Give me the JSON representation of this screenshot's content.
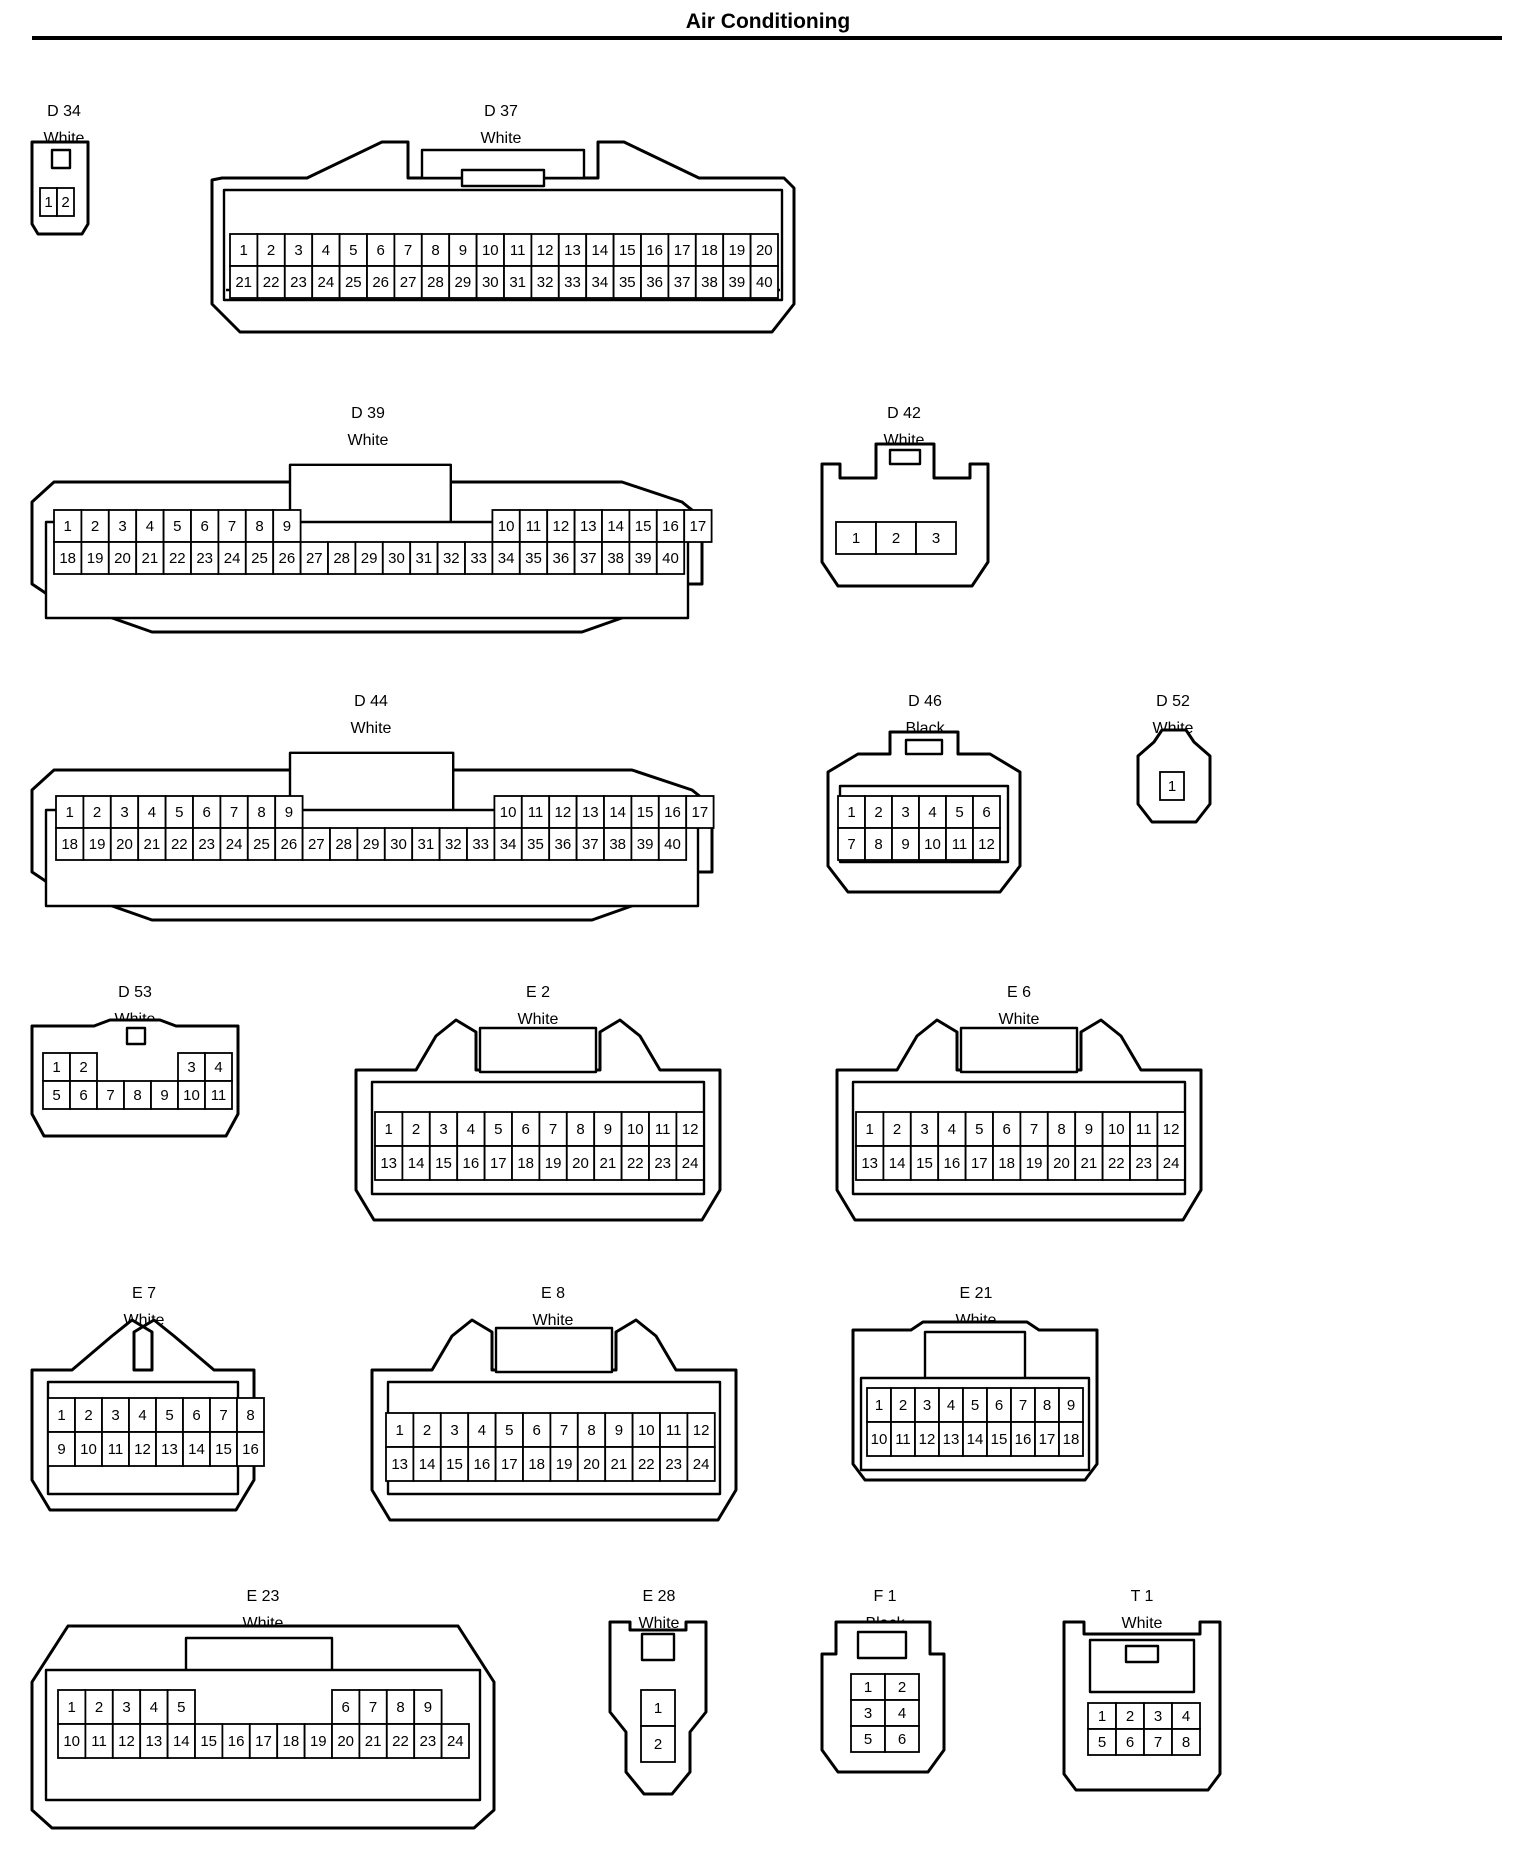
{
  "page": {
    "title": "Air Conditioning"
  },
  "connectors": [
    {
      "id": "D 34",
      "color": "White",
      "rows": [
        [
          "1",
          "2"
        ]
      ]
    },
    {
      "id": "D 37",
      "color": "White",
      "rows": [
        [
          "1",
          "2",
          "3",
          "4",
          "5",
          "6",
          "7",
          "8",
          "9",
          "10",
          "11",
          "12",
          "13",
          "14",
          "15",
          "16",
          "17",
          "18",
          "19",
          "20"
        ],
        [
          "21",
          "22",
          "23",
          "24",
          "25",
          "26",
          "27",
          "28",
          "29",
          "30",
          "31",
          "32",
          "33",
          "34",
          "35",
          "36",
          "37",
          "38",
          "39",
          "40"
        ]
      ]
    },
    {
      "id": "D 39",
      "color": "White",
      "rows": [
        [
          "1",
          "2",
          "3",
          "4",
          "5",
          "6",
          "7",
          "8",
          "9",
          "",
          "",
          "",
          "",
          "",
          "",
          "",
          "10",
          "11",
          "12",
          "13",
          "14",
          "15",
          "16",
          "17"
        ],
        [
          "18",
          "19",
          "20",
          "21",
          "22",
          "23",
          "24",
          "25",
          "26",
          "27",
          "28",
          "29",
          "30",
          "31",
          "32",
          "33",
          "34",
          "35",
          "36",
          "37",
          "38",
          "39",
          "40"
        ]
      ]
    },
    {
      "id": "D 42",
      "color": "White",
      "rows": [
        [
          "1",
          "2",
          "3"
        ]
      ]
    },
    {
      "id": "D 44",
      "color": "White",
      "rows": [
        [
          "1",
          "2",
          "3",
          "4",
          "5",
          "6",
          "7",
          "8",
          "9",
          "",
          "",
          "",
          "",
          "",
          "",
          "",
          "10",
          "11",
          "12",
          "13",
          "14",
          "15",
          "16",
          "17"
        ],
        [
          "18",
          "19",
          "20",
          "21",
          "22",
          "23",
          "24",
          "25",
          "26",
          "27",
          "28",
          "29",
          "30",
          "31",
          "32",
          "33",
          "34",
          "35",
          "36",
          "37",
          "38",
          "39",
          "40"
        ]
      ]
    },
    {
      "id": "D 46",
      "color": "Black",
      "rows": [
        [
          "1",
          "2",
          "3",
          "4",
          "5",
          "6"
        ],
        [
          "7",
          "8",
          "9",
          "10",
          "11",
          "12"
        ]
      ]
    },
    {
      "id": "D 52",
      "color": "White",
      "rows": [
        [
          "1"
        ]
      ]
    },
    {
      "id": "D 53",
      "color": "White",
      "rows": [
        [
          "1",
          "2",
          "",
          "",
          "",
          "3",
          "4"
        ],
        [
          "5",
          "6",
          "7",
          "8",
          "9",
          "10",
          "11"
        ]
      ]
    },
    {
      "id": "E 2",
      "color": "White",
      "rows": [
        [
          "1",
          "2",
          "3",
          "4",
          "5",
          "6",
          "7",
          "8",
          "9",
          "10",
          "11",
          "12"
        ],
        [
          "13",
          "14",
          "15",
          "16",
          "17",
          "18",
          "19",
          "20",
          "21",
          "22",
          "23",
          "24"
        ]
      ]
    },
    {
      "id": "E 6",
      "color": "White",
      "rows": [
        [
          "1",
          "2",
          "3",
          "4",
          "5",
          "6",
          "7",
          "8",
          "9",
          "10",
          "11",
          "12"
        ],
        [
          "13",
          "14",
          "15",
          "16",
          "17",
          "18",
          "19",
          "20",
          "21",
          "22",
          "23",
          "24"
        ]
      ]
    },
    {
      "id": "E 7",
      "color": "White",
      "rows": [
        [
          "1",
          "2",
          "3",
          "4",
          "5",
          "6",
          "7",
          "8"
        ],
        [
          "9",
          "10",
          "11",
          "12",
          "13",
          "14",
          "15",
          "16"
        ]
      ]
    },
    {
      "id": "E 8",
      "color": "White",
      "rows": [
        [
          "1",
          "2",
          "3",
          "4",
          "5",
          "6",
          "7",
          "8",
          "9",
          "10",
          "11",
          "12"
        ],
        [
          "13",
          "14",
          "15",
          "16",
          "17",
          "18",
          "19",
          "20",
          "21",
          "22",
          "23",
          "24"
        ]
      ]
    },
    {
      "id": "E 21",
      "color": "White",
      "rows": [
        [
          "1",
          "2",
          "3",
          "4",
          "5",
          "6",
          "7",
          "8",
          "9"
        ],
        [
          "10",
          "11",
          "12",
          "13",
          "14",
          "15",
          "16",
          "17",
          "18"
        ]
      ]
    },
    {
      "id": "E 23",
      "color": "White",
      "rows": [
        [
          "1",
          "2",
          "3",
          "4",
          "5",
          "",
          "",
          "",
          "",
          "",
          "6",
          "7",
          "8",
          "9"
        ],
        [
          "10",
          "11",
          "12",
          "13",
          "14",
          "15",
          "16",
          "17",
          "18",
          "19",
          "20",
          "21",
          "22",
          "23",
          "24"
        ]
      ]
    },
    {
      "id": "E 28",
      "color": "White",
      "rows": [
        [
          "1"
        ],
        [
          "2"
        ]
      ]
    },
    {
      "id": "F 1",
      "color": "Black",
      "rows": [
        [
          "1",
          "2"
        ],
        [
          "3",
          "4"
        ],
        [
          "5",
          "6"
        ]
      ]
    },
    {
      "id": "T 1",
      "color": "White",
      "rows": [
        [
          "1",
          "2",
          "3",
          "4"
        ],
        [
          "5",
          "6",
          "7",
          "8"
        ]
      ]
    }
  ]
}
